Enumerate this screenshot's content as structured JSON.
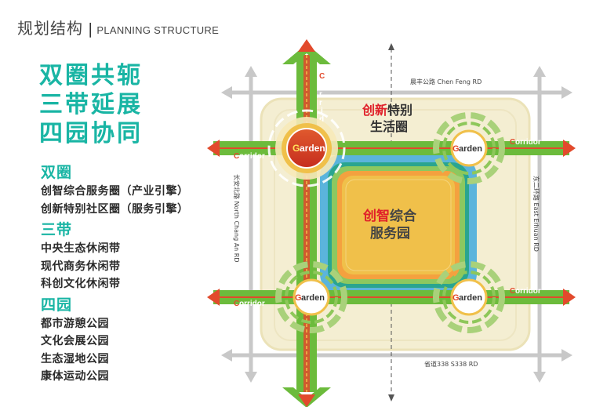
{
  "header": {
    "title_zh": "规划结构",
    "separator": "|",
    "title_en": "PLANNING STRUCTURE"
  },
  "slogan": [
    "双圈共轭",
    "三带延展",
    "四园协同"
  ],
  "legend": [
    {
      "title": "双圈",
      "items": [
        "创智综合服务圈（产业引擎）",
        "创新特别社区圈（服务引擎）"
      ]
    },
    {
      "title": "三带",
      "items": [
        "中央生态休闲带",
        "现代商务休闲带",
        "科创文化休闲带"
      ]
    },
    {
      "title": "四园",
      "items": [
        "都市游憩公园",
        "文化会展公园",
        "生态湿地公园",
        "康体运动公园"
      ]
    }
  ],
  "roads": {
    "north": "晨丰公路 Chen Feng RD",
    "south": "省道338 S338 RD",
    "west": "长安北路 North Chang An RD",
    "east": "东二环路 East Erhuan RD"
  },
  "zones": {
    "special_red": "创新",
    "special_rest": "特别",
    "special_line2": "生活圈",
    "center_red": "创智",
    "center_rest": "综合",
    "center_line2": "服务园"
  },
  "garden_label": {
    "first": "G",
    "rest": "arden"
  },
  "corridor_label": {
    "first": "C",
    "rest": "orridor"
  },
  "corridor_vertical": [
    "C",
    "o",
    "r",
    "r",
    "i",
    "d",
    "o",
    "r"
  ],
  "colors": {
    "teal": "#19b5a4",
    "green": "#6cbb3c",
    "red": "#e24a2c",
    "beige": "#f3eccf",
    "blue": "#5bb4dc",
    "orange": "#f4a13f",
    "yellow": "#f0c04a"
  }
}
